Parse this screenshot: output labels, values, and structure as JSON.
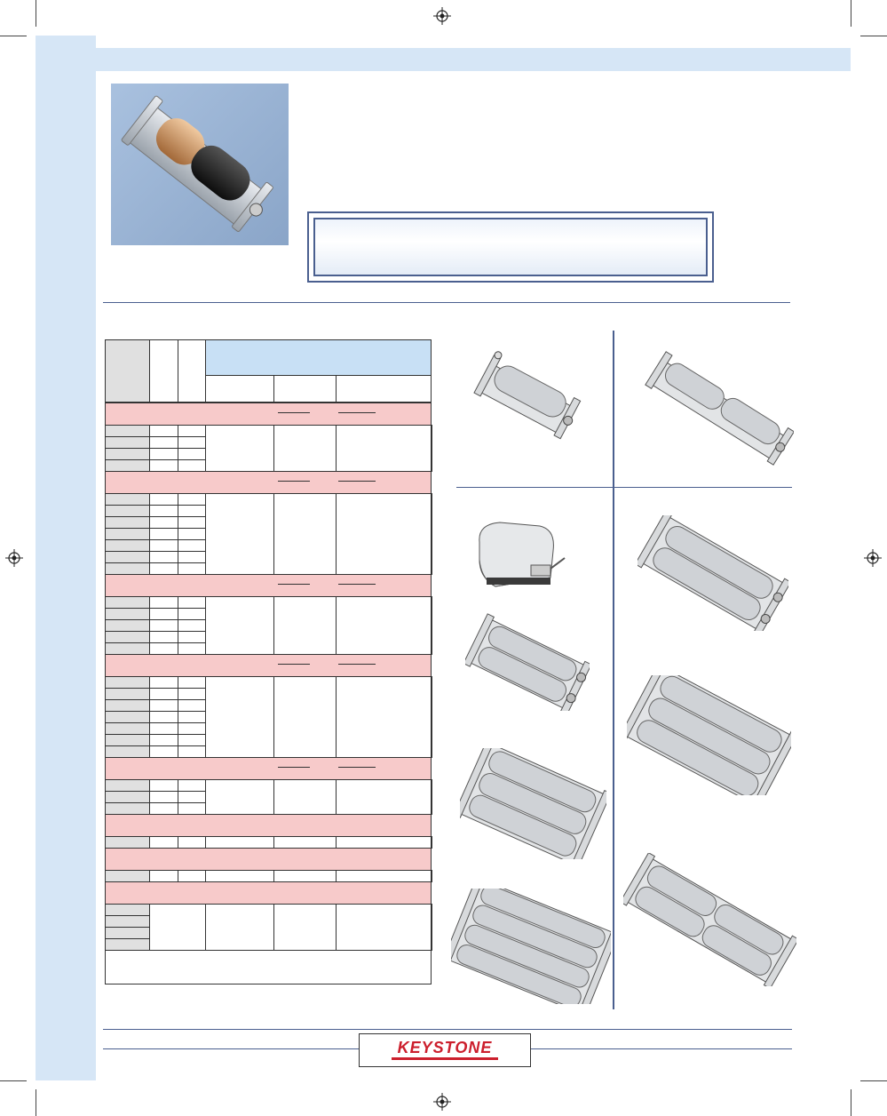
{
  "brand": {
    "logo_text": "KEYSTONE",
    "color": "#cc1f2d"
  },
  "colors": {
    "band": "#d6e6f6",
    "header_blue": "#c8e0f5",
    "section_pink": "#f7caca",
    "rule": "#4a5f8f"
  },
  "table": {
    "sections": [
      {
        "rows": 4
      },
      {
        "rows": 7
      },
      {
        "rows": 5
      },
      {
        "rows": 7
      },
      {
        "rows": 3
      },
      {
        "rows": 1
      },
      {
        "rows": 1
      },
      {
        "rows": 4
      }
    ]
  },
  "products": [
    {
      "icon": "single-cell-holder-icon"
    },
    {
      "icon": "two-cell-inline-holder-icon"
    },
    {
      "icon": "covered-holder-icon"
    },
    {
      "icon": "two-cell-holder-icon"
    },
    {
      "icon": "four-cell-holder-icon"
    },
    {
      "icon": "three-cell-holder-icon"
    },
    {
      "icon": "six-cell-holder-icon"
    },
    {
      "icon": "four-cell-side-holder-icon"
    },
    {
      "icon": "eight-cell-holder-icon"
    }
  ]
}
